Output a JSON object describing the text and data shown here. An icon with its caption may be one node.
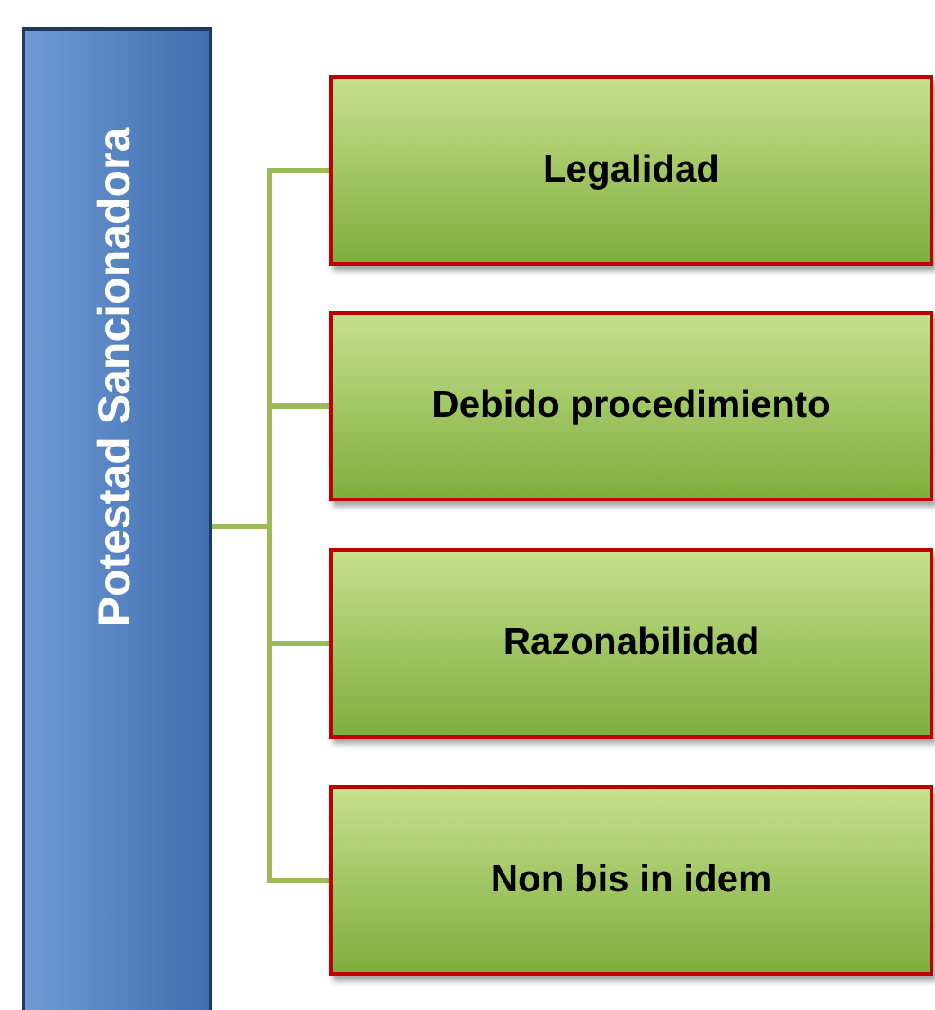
{
  "diagram": {
    "nodes": [
      {
        "text": [
          "Potestad Sancionadora"
        ]
      },
      {
        "text": [
          "Legalidad"
        ]
      },
      {
        "text": [
          "Debido procedimiento"
        ]
      },
      {
        "text": [
          "Razonabilidad"
        ]
      },
      {
        "text": [
          "Non bis in idem"
        ]
      }
    ],
    "edges": [
      {
        "from": 0,
        "to": 1,
        "arrow": "none"
      },
      {
        "from": 0,
        "to": 2,
        "arrow": "none"
      },
      {
        "from": 0,
        "to": 3,
        "arrow": "none"
      },
      {
        "from": 0,
        "to": 4,
        "arrow": "none"
      }
    ]
  }
}
